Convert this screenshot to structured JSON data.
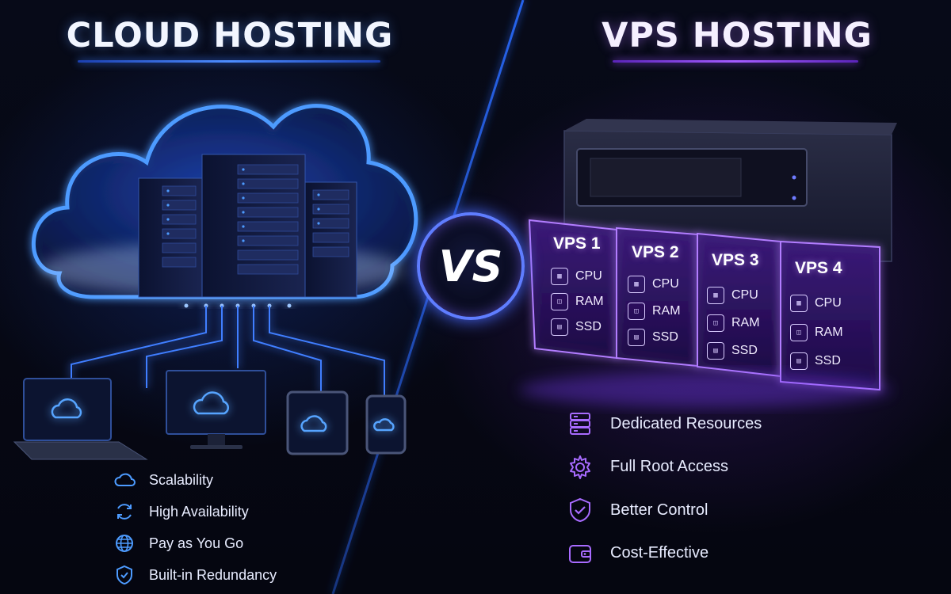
{
  "left": {
    "title": "CLOUD HOSTING",
    "features": [
      {
        "icon": "cloud-icon",
        "label": "Scalability"
      },
      {
        "icon": "refresh-icon",
        "label": "High Availability"
      },
      {
        "icon": "globe-icon",
        "label": "Pay as You Go"
      },
      {
        "icon": "shield-check-icon",
        "label": "Built-in Redundancy"
      }
    ]
  },
  "center": {
    "vs_label": "VS"
  },
  "right": {
    "title": "VPS HOSTING",
    "vps": [
      {
        "label": "VPS 1",
        "resources": [
          "CPU",
          "RAM",
          "SSD"
        ]
      },
      {
        "label": "VPS 2",
        "resources": [
          "CPU",
          "RAM",
          "SSD"
        ]
      },
      {
        "label": "VPS 3",
        "resources": [
          "CPU",
          "RAM",
          "SSD"
        ]
      },
      {
        "label": "VPS 4",
        "resources": [
          "CPU",
          "RAM",
          "SSD"
        ]
      }
    ],
    "features": [
      {
        "icon": "server-stack-icon",
        "label": "Dedicated Resources"
      },
      {
        "icon": "gear-icon",
        "label": "Full Root Access"
      },
      {
        "icon": "shield-check-icon",
        "label": "Better Control"
      },
      {
        "icon": "wallet-icon",
        "label": "Cost-Effective"
      }
    ]
  },
  "colors": {
    "cloud_accent": "#3a7bff",
    "vps_accent": "#9a4dff",
    "background": "#05070f"
  }
}
